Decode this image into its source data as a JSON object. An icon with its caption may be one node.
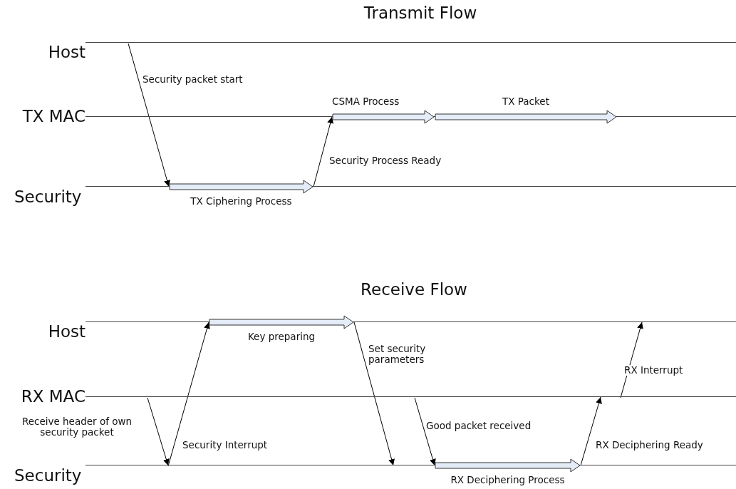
{
  "diagram": {
    "nodes": [
      {
        "text": [
          "Host"
        ]
      },
      {
        "text": [
          "TX MAC"
        ]
      },
      {
        "text": [
          "Security"
        ]
      },
      {
        "text": [
          "TX Ciphering Process"
        ]
      },
      {
        "text": [
          "CSMA Process"
        ]
      },
      {
        "text": [
          "TX Packet"
        ]
      },
      {
        "text": [
          "Host"
        ]
      },
      {
        "text": [
          "RX MAC"
        ]
      },
      {
        "text": [
          "Security"
        ]
      },
      {
        "text": [
          "Key preparing"
        ]
      },
      {
        "text": [
          "RX Deciphering Process"
        ]
      }
    ],
    "edges": [
      {
        "from": 0,
        "to": 3,
        "arrow": "to",
        "label": "Security packet start"
      },
      {
        "from": 3,
        "to": 4,
        "arrow": "to",
        "label": "Security Process Ready"
      },
      {
        "from": 7,
        "to": 8,
        "arrow": "to",
        "label": "Receive header of own security packet"
      },
      {
        "from": 8,
        "to": 9,
        "arrow": "to",
        "label": "Security Interrupt"
      },
      {
        "from": 9,
        "to": 8,
        "arrow": "to",
        "label": "Set security parameters"
      },
      {
        "from": 7,
        "to": 10,
        "arrow": "to",
        "label": "Good packet received"
      },
      {
        "from": 10,
        "to": 7,
        "arrow": "to",
        "label": "RX Deciphering Ready"
      },
      {
        "from": 7,
        "to": 6,
        "arrow": "to",
        "label": "RX Interrupt"
      }
    ],
    "labels": [
      "Transmit Flow",
      "Receive Flow"
    ]
  }
}
